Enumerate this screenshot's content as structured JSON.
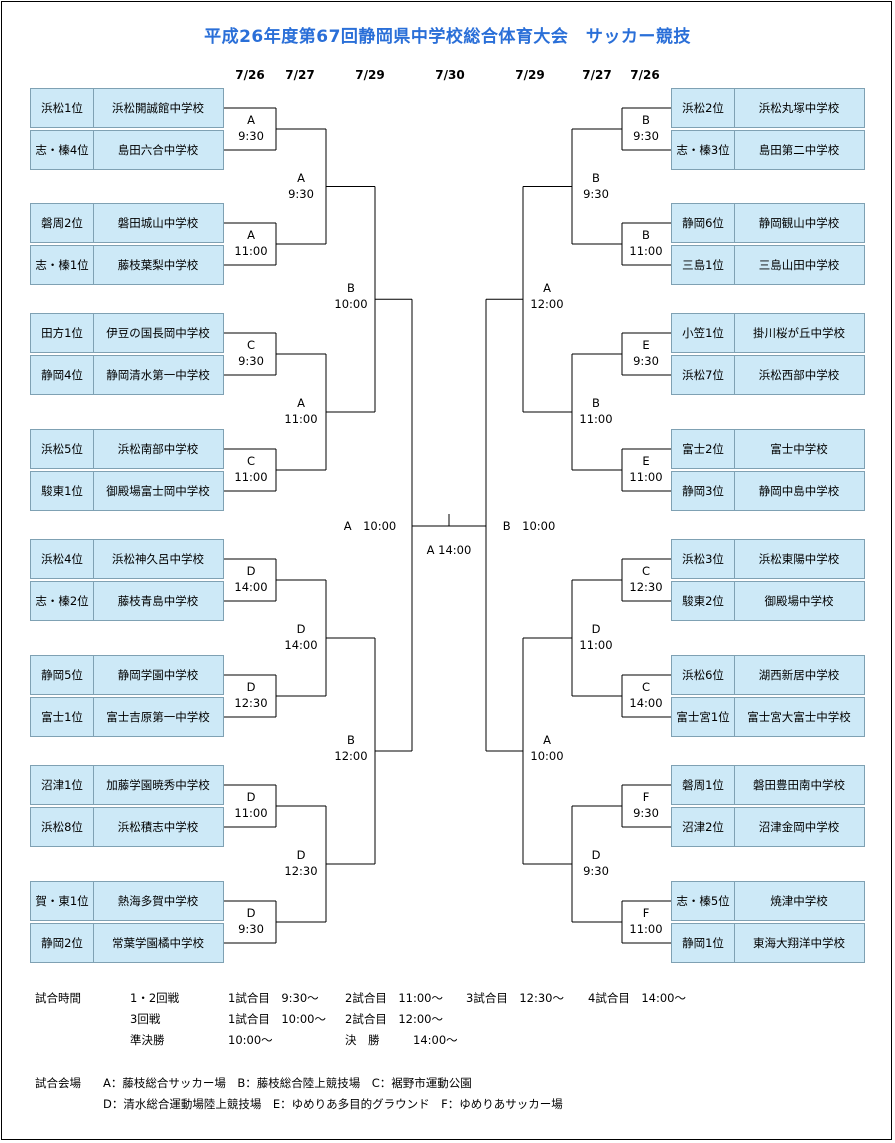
{
  "title": "平成26年度第67回静岡県中学校総合体育大会　サッカー競技",
  "dates": {
    "l1": "7/26",
    "l2": "7/27",
    "l3": "7/29",
    "center": "7/30",
    "r3": "7/29",
    "r2": "7/27",
    "r1": "7/26"
  },
  "left_teams": [
    {
      "rank": "浜松1位",
      "school": "浜松開誠館中学校"
    },
    {
      "rank": "志・榛4位",
      "school": "島田六合中学校"
    },
    {
      "rank": "磐周2位",
      "school": "磐田城山中学校"
    },
    {
      "rank": "志・榛1位",
      "school": "藤枝葉梨中学校"
    },
    {
      "rank": "田方1位",
      "school": "伊豆の国長岡中学校"
    },
    {
      "rank": "静岡4位",
      "school": "静岡清水第一中学校"
    },
    {
      "rank": "浜松5位",
      "school": "浜松南部中学校"
    },
    {
      "rank": "駿東1位",
      "school": "御殿場富士岡中学校"
    },
    {
      "rank": "浜松4位",
      "school": "浜松神久呂中学校"
    },
    {
      "rank": "志・榛2位",
      "school": "藤枝青島中学校"
    },
    {
      "rank": "静岡5位",
      "school": "静岡学園中学校"
    },
    {
      "rank": "富士1位",
      "school": "富士吉原第一中学校"
    },
    {
      "rank": "沼津1位",
      "school": "加藤学園暁秀中学校"
    },
    {
      "rank": "浜松8位",
      "school": "浜松積志中学校"
    },
    {
      "rank": "賀・東1位",
      "school": "熱海多賀中学校"
    },
    {
      "rank": "静岡2位",
      "school": "常葉学園橘中学校"
    }
  ],
  "right_teams": [
    {
      "rank": "浜松2位",
      "school": "浜松丸塚中学校"
    },
    {
      "rank": "志・榛3位",
      "school": "島田第二中学校"
    },
    {
      "rank": "静岡6位",
      "school": "静岡観山中学校"
    },
    {
      "rank": "三島1位",
      "school": "三島山田中学校"
    },
    {
      "rank": "小笠1位",
      "school": "掛川桜が丘中学校"
    },
    {
      "rank": "浜松7位",
      "school": "浜松西部中学校"
    },
    {
      "rank": "富士2位",
      "school": "富士中学校"
    },
    {
      "rank": "静岡3位",
      "school": "静岡中島中学校"
    },
    {
      "rank": "浜松3位",
      "school": "浜松東陽中学校"
    },
    {
      "rank": "駿東2位",
      "school": "御殿場中学校"
    },
    {
      "rank": "浜松6位",
      "school": "湖西新居中学校"
    },
    {
      "rank": "富士宮1位",
      "school": "富士宮大富士中学校"
    },
    {
      "rank": "磐周1位",
      "school": "磐田豊田南中学校"
    },
    {
      "rank": "沼津2位",
      "school": "沼津金岡中学校"
    },
    {
      "rank": "志・榛5位",
      "school": "焼津中学校"
    },
    {
      "rank": "静岡1位",
      "school": "東海大翔洋中学校"
    }
  ],
  "left_round1": [
    {
      "venue": "A",
      "time": "9:30"
    },
    {
      "venue": "A",
      "time": "11:00"
    },
    {
      "venue": "C",
      "time": "9:30"
    },
    {
      "venue": "C",
      "time": "11:00"
    },
    {
      "venue": "D",
      "time": "14:00"
    },
    {
      "venue": "D",
      "time": "12:30"
    },
    {
      "venue": "D",
      "time": "11:00"
    },
    {
      "venue": "D",
      "time": "9:30"
    }
  ],
  "left_round2": [
    {
      "venue": "A",
      "time": "9:30"
    },
    {
      "venue": "A",
      "time": "11:00"
    },
    {
      "venue": "D",
      "time": "14:00"
    },
    {
      "venue": "D",
      "time": "12:30"
    }
  ],
  "left_round3": [
    {
      "venue": "B",
      "time": "10:00"
    },
    {
      "venue": "B",
      "time": "12:00"
    }
  ],
  "right_round1": [
    {
      "venue": "B",
      "time": "9:30"
    },
    {
      "venue": "B",
      "time": "11:00"
    },
    {
      "venue": "E",
      "time": "9:30"
    },
    {
      "venue": "E",
      "time": "11:00"
    },
    {
      "venue": "C",
      "time": "12:30"
    },
    {
      "venue": "C",
      "time": "14:00"
    },
    {
      "venue": "F",
      "time": "9:30"
    },
    {
      "venue": "F",
      "time": "11:00"
    }
  ],
  "right_round2": [
    {
      "venue": "B",
      "time": "9:30"
    },
    {
      "venue": "B",
      "time": "11:00"
    },
    {
      "venue": "D",
      "time": "11:00"
    },
    {
      "venue": "D",
      "time": "9:30"
    }
  ],
  "right_round3": [
    {
      "venue": "A",
      "time": "12:00"
    },
    {
      "venue": "A",
      "time": "10:00"
    }
  ],
  "semifinal_left": "A　10:00",
  "semifinal_right": "B　10:00",
  "final": "A 14:00",
  "footer": {
    "time_label": "試合時間",
    "r12_label": "1・2回戦",
    "r12_g1": "1試合目　9:30～",
    "r12_g2": "2試合目　11:00～",
    "r12_g3": "3試合目　12:30～",
    "r12_g4": "4試合目　14:00～",
    "r3_label": "3回戦",
    "r3_g1": "1試合目　10:00～",
    "r3_g2": "2試合目　12:00～",
    "sf_label": "準決勝",
    "sf_time": "10:00～",
    "final_label": "決　勝",
    "final_time": "14:00～",
    "venue_label": "試合会場",
    "venue_line1": "A：藤枝総合サッカー場　B：藤枝総合陸上競技場　C：裾野市運動公園",
    "venue_line2": "D：清水総合運動場陸上競技場　E：ゆめりあ多目的グラウンド　F：ゆめりあサッカー場"
  }
}
